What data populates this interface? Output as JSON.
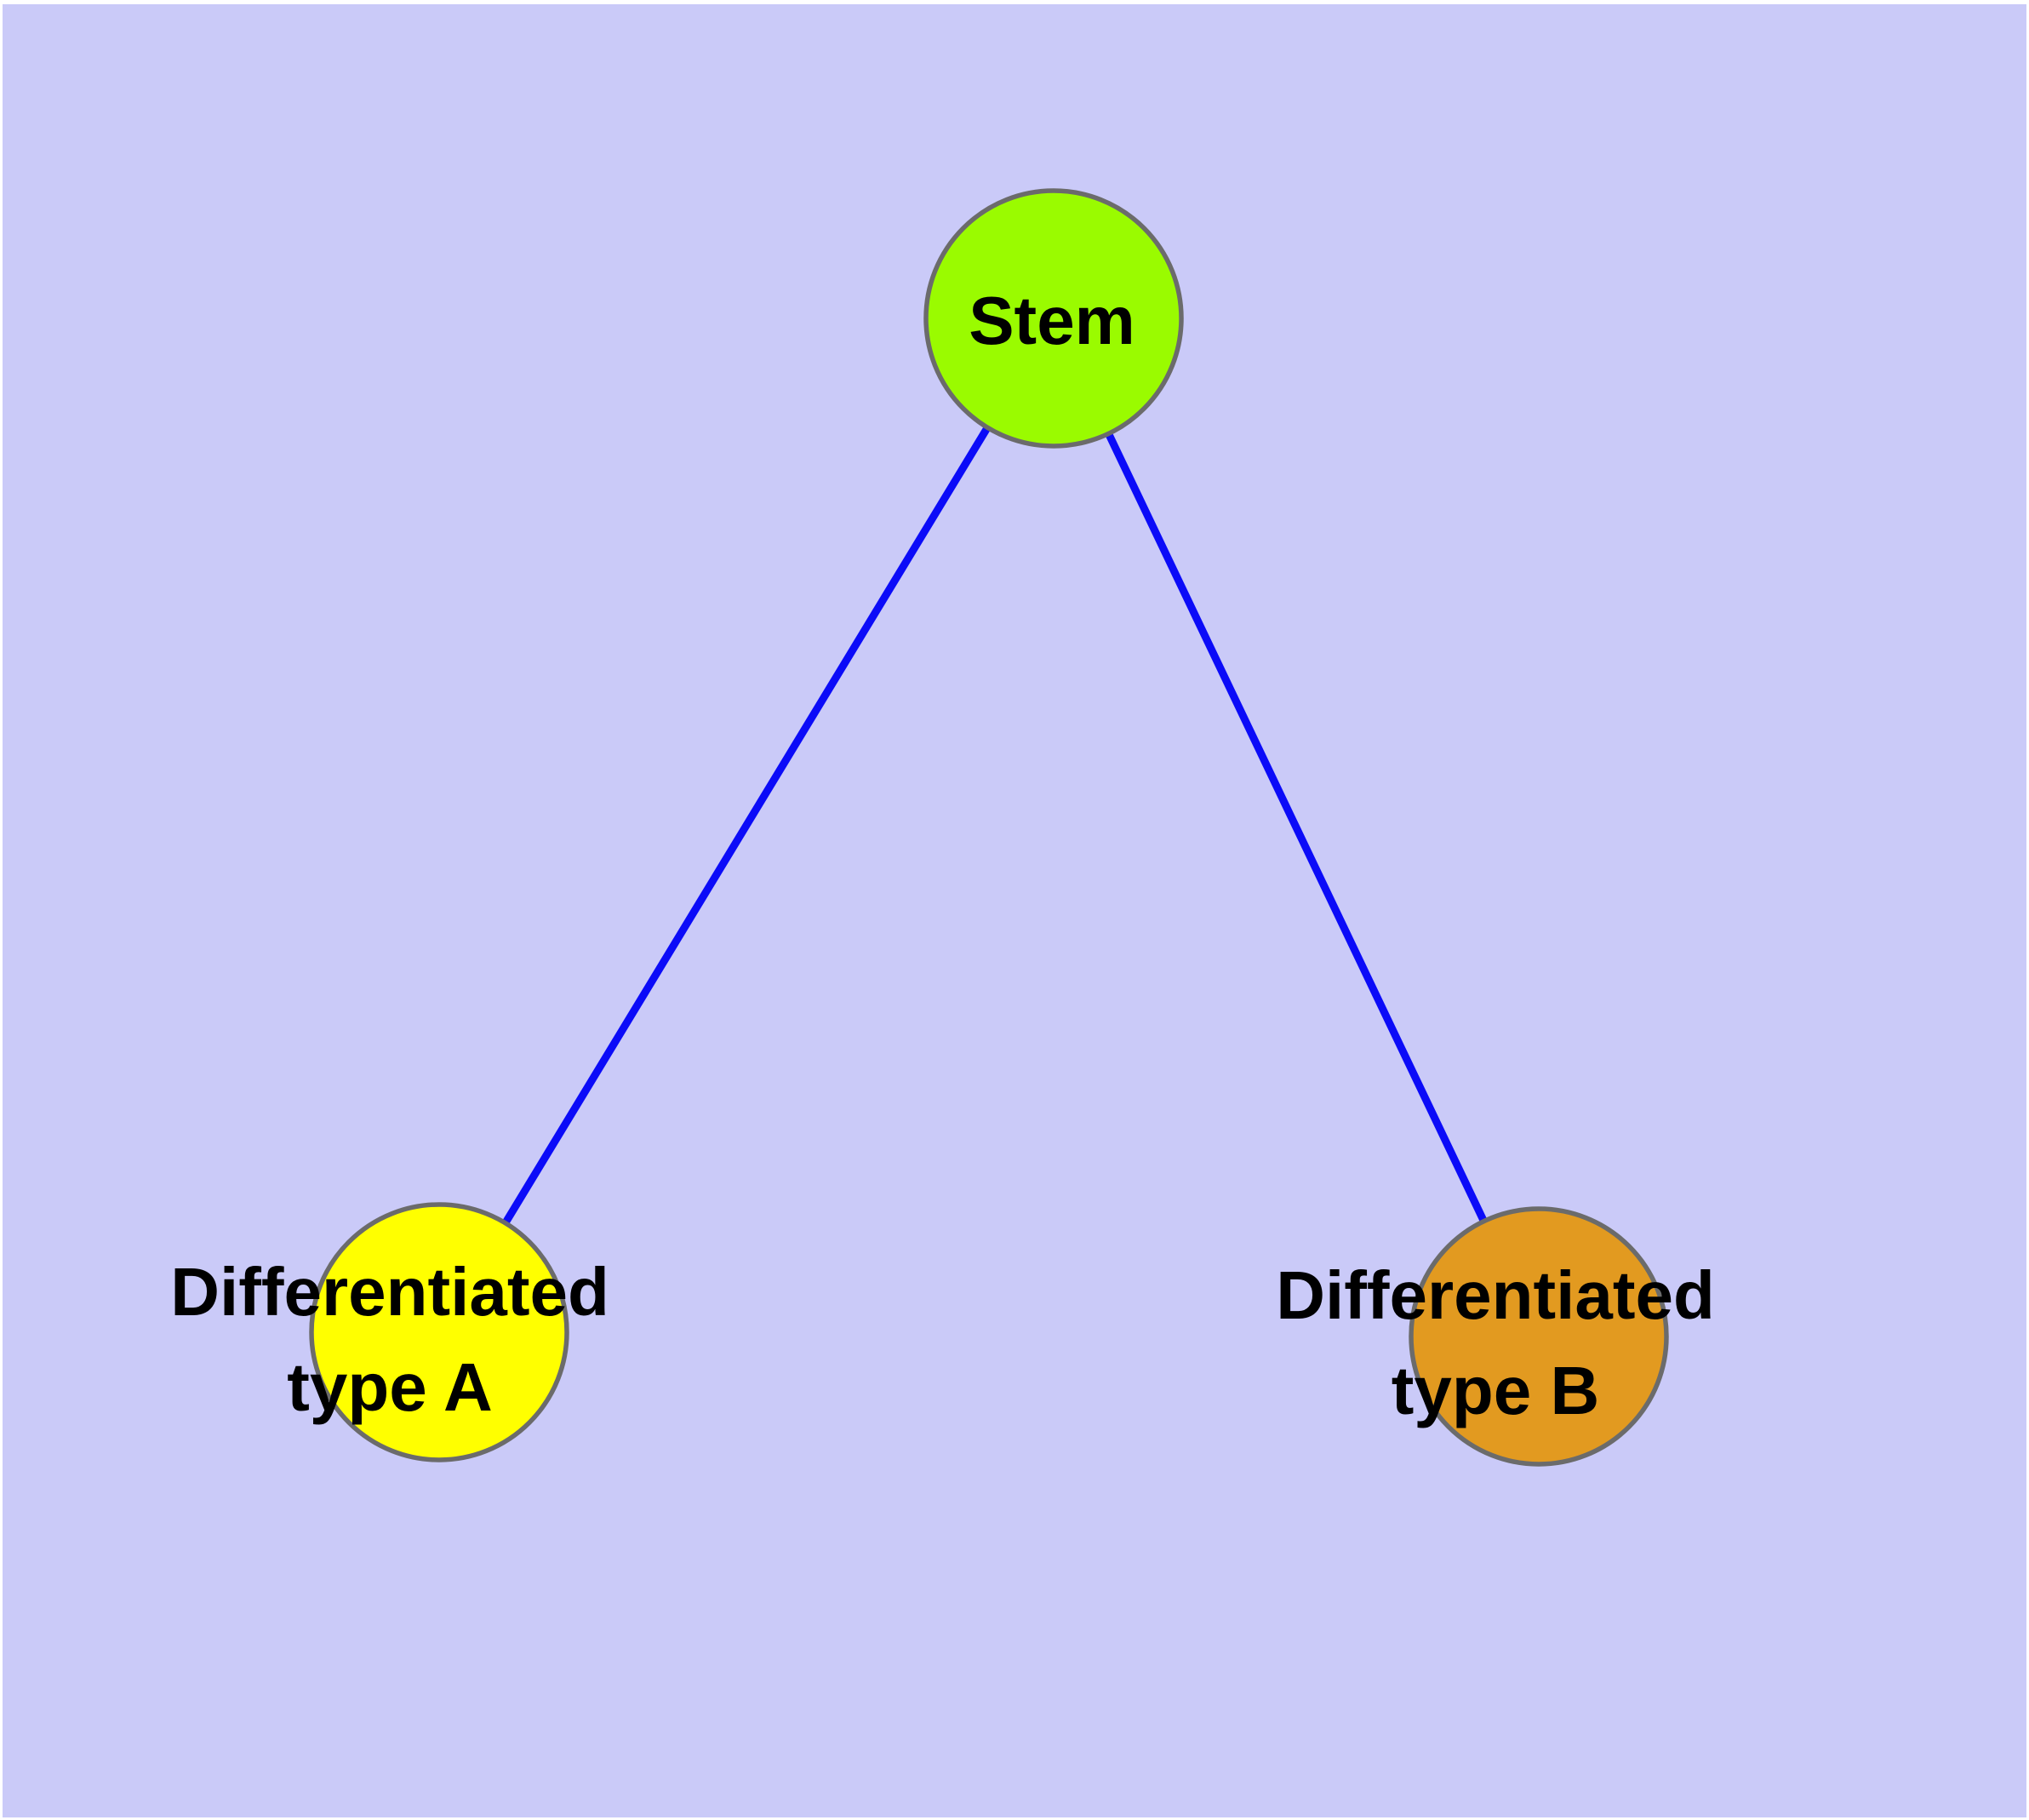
{
  "diagram": {
    "title": "",
    "background_color": "#CACAF8",
    "margin_color": "#FFFFFF",
    "edge_color": "#0B0BF8",
    "node_border_color": "#6B6B6B",
    "label_color": "#000000",
    "nodes": [
      {
        "id": "stem",
        "label": "Stem",
        "lines": [
          "Stem"
        ],
        "fill": "#9AFB00"
      },
      {
        "id": "differentiated-type-a",
        "label": "Differentiated type A",
        "lines": [
          "Differentiated",
          "type A"
        ],
        "fill": "#FFFF00"
      },
      {
        "id": "differentiated-type-b",
        "label": "Differentiated type B",
        "lines": [
          "Differentiated",
          "type B"
        ],
        "fill": "#E29A20"
      }
    ],
    "edges": [
      {
        "from": "stem",
        "to": "differentiated-type-a"
      },
      {
        "from": "stem",
        "to": "differentiated-type-b"
      }
    ]
  }
}
